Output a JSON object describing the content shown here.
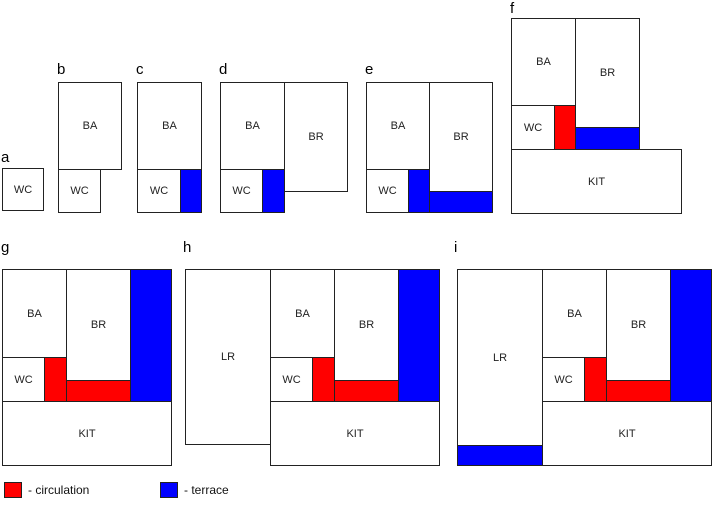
{
  "colors": {
    "circulation": "#ff0000",
    "terrace": "#0000ff"
  },
  "rooms": {
    "wc": "WC",
    "ba": "BA",
    "br": "BR",
    "kit": "KIT",
    "lr": "LR"
  },
  "panels": {
    "a": {
      "label": "a"
    },
    "b": {
      "label": "b"
    },
    "c": {
      "label": "c"
    },
    "d": {
      "label": "d"
    },
    "e": {
      "label": "e"
    },
    "f": {
      "label": "f"
    },
    "g": {
      "label": "g"
    },
    "h": {
      "label": "h"
    },
    "i": {
      "label": "i"
    }
  },
  "legend": {
    "circulation": "- circulation",
    "terrace": "- terrace"
  }
}
